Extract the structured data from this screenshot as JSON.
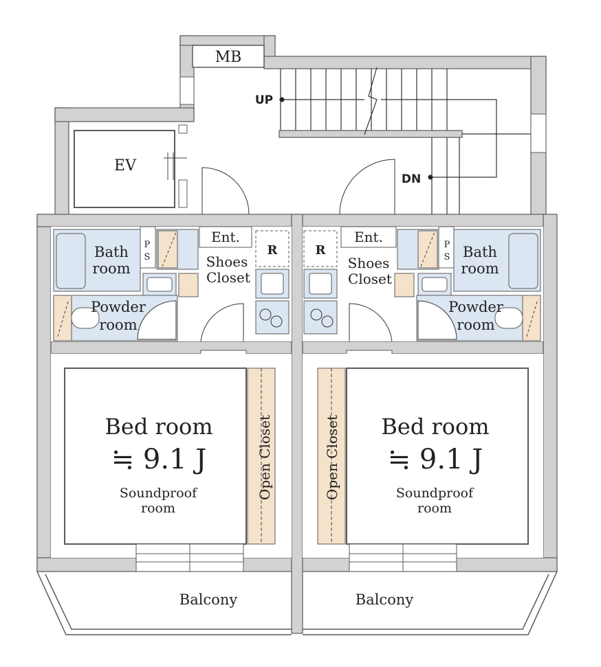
{
  "labels": {
    "mb": "MB",
    "ev": "EV",
    "up": "UP",
    "dn": "DN",
    "ps": [
      "P",
      "S"
    ],
    "entrance": "Ent.",
    "refrigerator": "R",
    "bath": [
      "Bath",
      "room"
    ],
    "shoes_closet": [
      "Shoes",
      "Closet"
    ],
    "powder": [
      "Powder",
      "room"
    ],
    "bedroom": "Bed room",
    "bedroom_size": "≒ 9.1 J",
    "soundproof": [
      "Soundproof",
      "room"
    ],
    "open_closet": "Open Closet",
    "balcony": "Balcony"
  },
  "colors": {
    "wall": "#d2d2d2",
    "wall_outline": "#5a5a5a",
    "wet_area": "#dbe6f2",
    "closet": "#f5e2cb",
    "ink": "#222222"
  }
}
